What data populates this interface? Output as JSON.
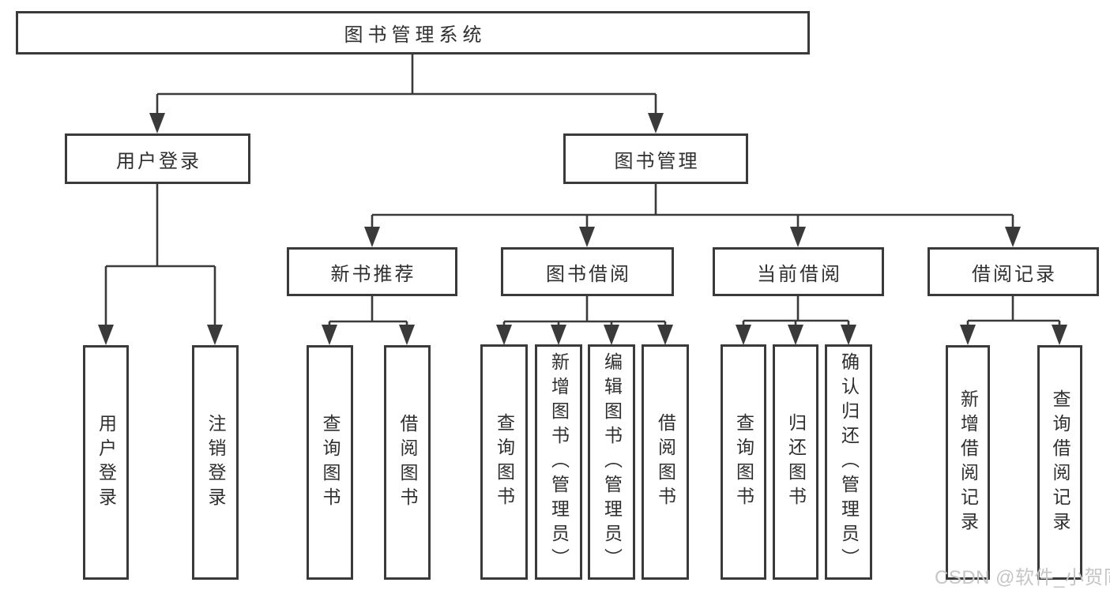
{
  "tree": {
    "root": {
      "label": "图书管理系统",
      "children": [
        {
          "label": "用户登录",
          "children": [
            {
              "label": "用户登录"
            },
            {
              "label": "注销登录"
            }
          ]
        },
        {
          "label": "图书管理",
          "children": [
            {
              "label": "新书推荐",
              "children": [
                {
                  "label": "查询图书"
                },
                {
                  "label": "借阅图书"
                }
              ]
            },
            {
              "label": "图书借阅",
              "children": [
                {
                  "label": "查询图书"
                },
                {
                  "label": "新增图书（管理员）"
                },
                {
                  "label": "编辑图书（管理员）"
                },
                {
                  "label": "借阅图书"
                }
              ]
            },
            {
              "label": "当前借阅",
              "children": [
                {
                  "label": "查询图书"
                },
                {
                  "label": "归还图书"
                },
                {
                  "label": "确认归还（管理员）"
                }
              ]
            },
            {
              "label": "借阅记录",
              "children": [
                {
                  "label": "新增借阅记录"
                },
                {
                  "label": "查询借阅记录"
                }
              ]
            }
          ]
        }
      ]
    }
  },
  "watermark": {
    "text": "CSDN @软件_小贺同学"
  },
  "colors": {
    "line": "#3a3a3a",
    "box_border": "#3a3a3a",
    "box_fill": "#ffffff",
    "text": "#2f2f2f",
    "background": "#ffffff",
    "watermark": "#c6c6c6"
  }
}
